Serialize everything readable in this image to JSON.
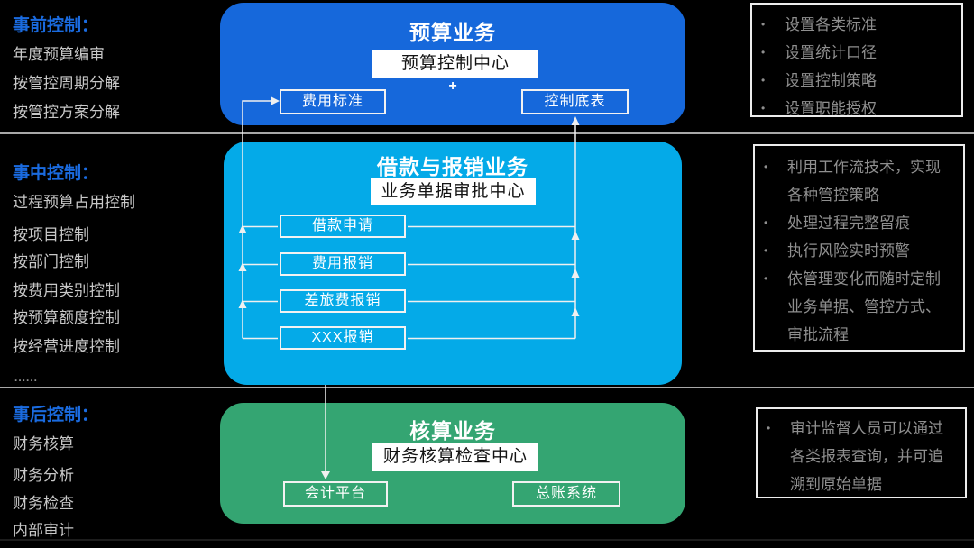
{
  "colors": {
    "background": "#000000",
    "budget_panel": "#1668DB",
    "expense_panel": "#04AAE8",
    "accounting_panel": "#34A572",
    "phase_header_blue": "#1A6BE0",
    "left_item_gray": "#C8C8C8",
    "note_text_gray": "#8F8F8F",
    "separator_gray": "#A8A8A8",
    "connector_white": "#F0F0F0"
  },
  "ui": {
    "bullet": "•"
  },
  "left": {
    "sections": [
      {
        "header": "事前控制：",
        "items": [
          "年度预算编审",
          "按管控周期分解",
          "按管控方案分解"
        ]
      },
      {
        "header": "事中控制：",
        "items": [
          "过程预算占用控制",
          "按项目控制",
          "按部门控制",
          "按费用类别控制",
          "按预算额度控制",
          "按经营进度控制"
        ],
        "more": "......"
      },
      {
        "header": "事后控制：",
        "items": [
          "财务核算",
          "财务分析",
          "财务检查",
          "内部审计"
        ]
      }
    ]
  },
  "diagram": {
    "budget": {
      "title": "预算业务",
      "center": "预算控制中心",
      "plus": "+",
      "left_box": "费用标准",
      "right_box": "控制底表"
    },
    "expense": {
      "title": "借款与报销业务",
      "center": "业务单据审批中心",
      "boxes": [
        "借款申请",
        "费用报销",
        "差旅费报销",
        "XXX报销"
      ]
    },
    "accounting": {
      "title": "核算业务",
      "center": "财务核算检查中心",
      "left_box": "会计平台",
      "right_box": "总账系统"
    }
  },
  "notes": {
    "budget": [
      "设置各类标准",
      "设置统计口径",
      "设置控制策略",
      "设置职能授权"
    ],
    "expense": [
      "利用工作流技术，实现各种管控策略",
      "处理过程完整留痕",
      "执行风险实时预警",
      "依管理变化而随时定制业务单据、管控方式、审批流程"
    ],
    "accounting": [
      "审计监督人员可以通过各类报表查询，并可追溯到原始单据"
    ]
  }
}
